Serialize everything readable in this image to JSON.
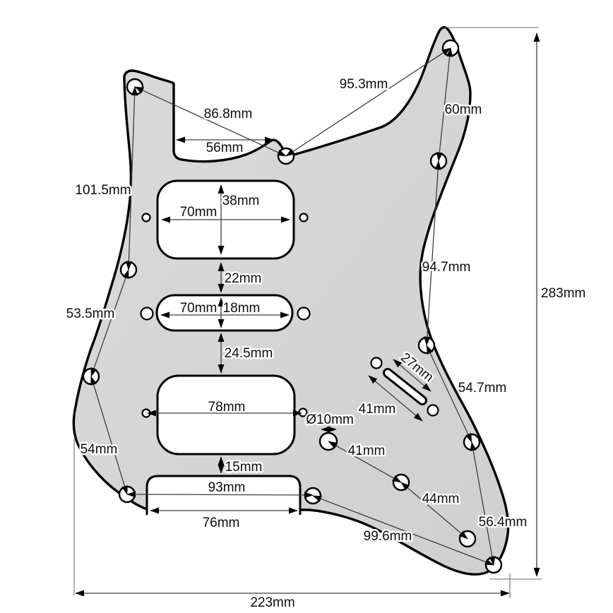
{
  "meta": {
    "subject": "Guitar pickguard dimension drawing (HSH 11-hole style)",
    "unit": "mm"
  },
  "colors": {
    "background": "#ffffff",
    "pickguard_fill": "#d6d6d6",
    "cutout_fill": "#ffffff",
    "outline": "#000000",
    "dimension_line": "#3d3d3d",
    "label_text": "#0d0d0d"
  },
  "dims": {
    "upper_left_screw_diagonal": "86.8mm",
    "neck_pocket_width": "56mm",
    "upper_right_screw_diagonal": "95.3mm",
    "right_horn_screw_gap": "60mm",
    "left_upper_screw_gap": "101.5mm",
    "left_mid_screw_gap": "53.5mm",
    "left_lower_screw_gap": "54mm",
    "right_upper_screw_gap": "94.7mm",
    "overall_height": "283mm",
    "right_mid_screw_gap": "54.7mm",
    "switch_slot_length": "27mm",
    "switch_screw_spacing": "41mm",
    "hole_diameter": "Ø10mm",
    "hole_to_screw_gap": "41mm",
    "lower_screw_gap": "44mm",
    "right_lower_screw_gap": "56.4mm",
    "bottom_screw_diagonal": "99.6mm",
    "neck_pickup_width": "70mm",
    "neck_pickup_height": "38mm",
    "neck_to_middle_gap": "22mm",
    "middle_pickup_width": "70mm",
    "middle_pickup_height": "18mm",
    "middle_to_bridge_gap": "24.5mm",
    "bridge_pickup_width": "78mm",
    "bridge_to_tremolo_gap": "15mm",
    "tremolo_screw_span": "93mm",
    "tremolo_cavity_width": "76mm",
    "overall_width": "223mm"
  }
}
